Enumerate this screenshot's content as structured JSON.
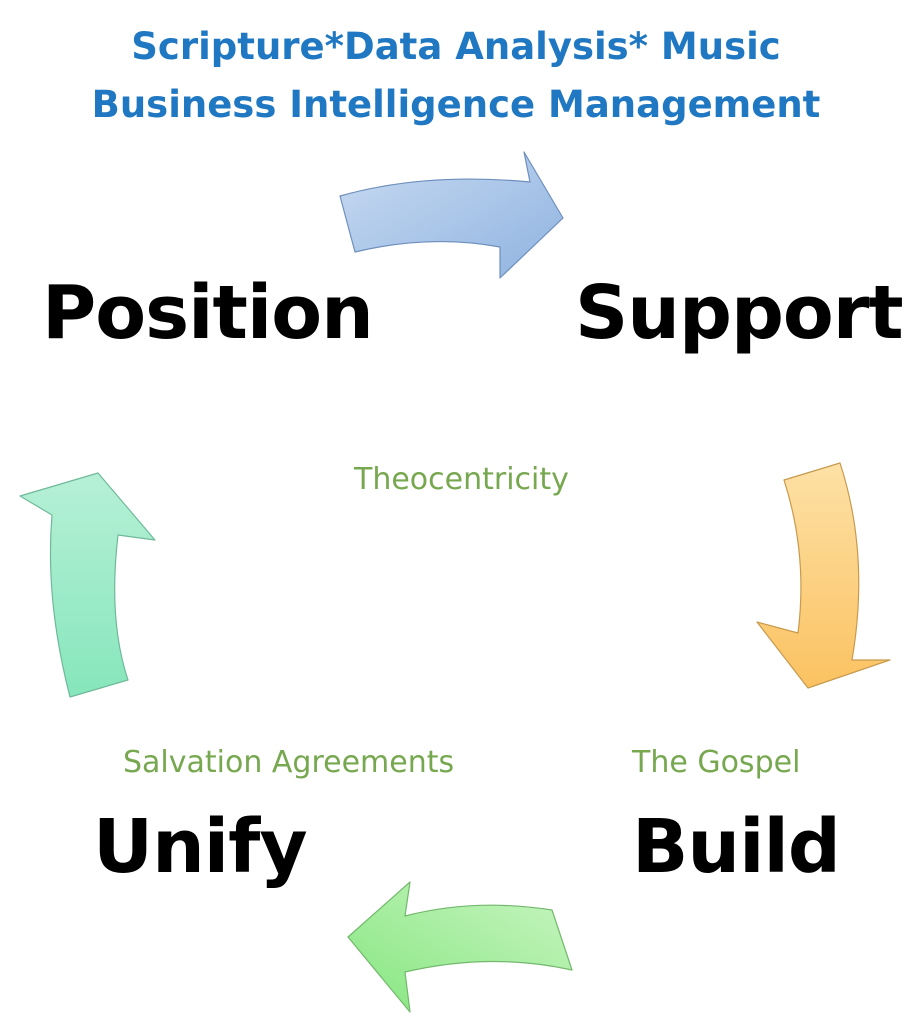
{
  "title": {
    "line1": "Scripture*Data Analysis* Music",
    "line2": "Business Intelligence Management"
  },
  "stages": {
    "position": "Position",
    "support": "Support",
    "build": "Build",
    "unify": "Unify"
  },
  "notes": {
    "center": "Theocentricity",
    "build": "The Gospel",
    "unify": "Salvation Agreements"
  },
  "colors": {
    "title": "#1f78c1",
    "note": "#77a850",
    "arrow_top": "#8fb3e0",
    "arrow_right": "#fcc86a",
    "arrow_bottom": "#8fe88a",
    "arrow_left": "#8fe3bf"
  }
}
